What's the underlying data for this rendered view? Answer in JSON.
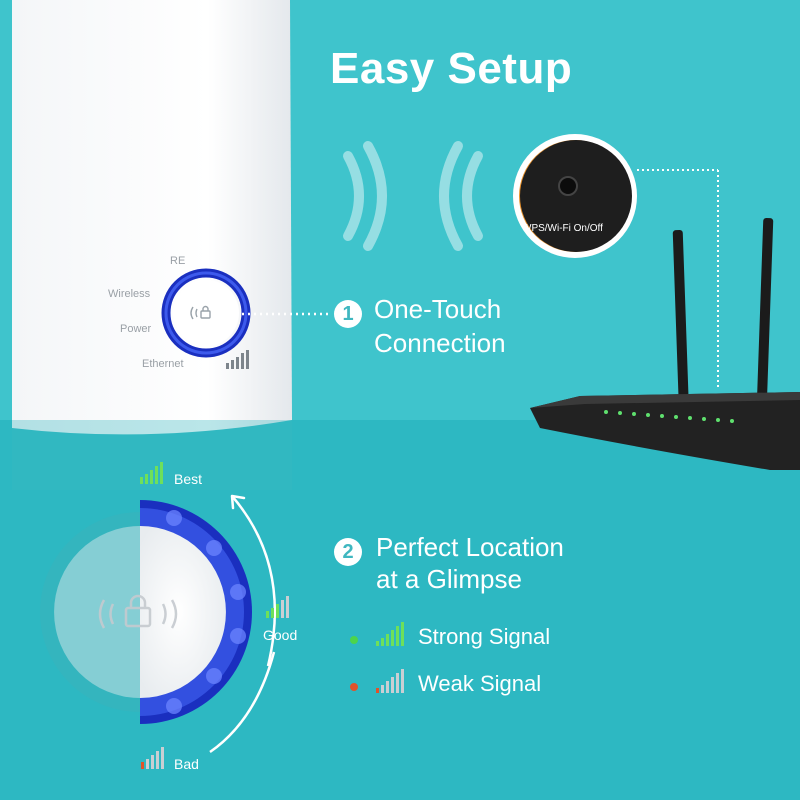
{
  "title": "Easy Setup",
  "device_labels": {
    "re": "RE",
    "wireless": "Wireless",
    "power": "Power",
    "ethernet": "Ethernet"
  },
  "router_callout": {
    "label": "WPS/Wi-Fi On/Off"
  },
  "steps": [
    {
      "number": "1",
      "lines": [
        "One-Touch",
        "Connection"
      ]
    },
    {
      "number": "2",
      "lines": [
        "Perfect Location",
        "at a Glimpse"
      ]
    }
  ],
  "signal_levels": {
    "best": "Best",
    "good": "Good",
    "bad": "Bad"
  },
  "legend": [
    {
      "label": "Strong Signal",
      "dot_color": "#4cd44c"
    },
    {
      "label": "Weak Signal",
      "dot_color": "#e0522a"
    }
  ],
  "colors": {
    "background_top": "#3fc4cc",
    "background_bottom": "#2db8c2",
    "ring_blue": "#1a2fbf",
    "signal_green": "#6ee05a",
    "signal_gray": "#c9cfd3"
  }
}
